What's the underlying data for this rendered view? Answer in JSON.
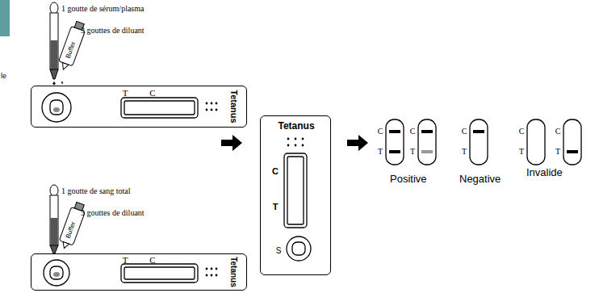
{
  "diagram": {
    "nodes": [
      {
        "text": [
          "T",
          "C",
          "Tetanus"
        ]
      },
      {
        "text": [
          "T",
          "C",
          "Tetanus"
        ]
      },
      {
        "text": [
          "Tetanus",
          "C",
          "T",
          "S"
        ]
      }
    ],
    "labels": [
      "le",
      "1 goutte de sérum/plasma",
      "3 gouttes de diluant",
      "Buffer",
      "1 goutte de sang total",
      "3 gouttes de diluant",
      "Buffer",
      "C",
      "T",
      "C",
      "T",
      "C",
      "T",
      "C",
      "T",
      "C",
      "T",
      "Positive",
      "Negative",
      "Invalide"
    ]
  }
}
